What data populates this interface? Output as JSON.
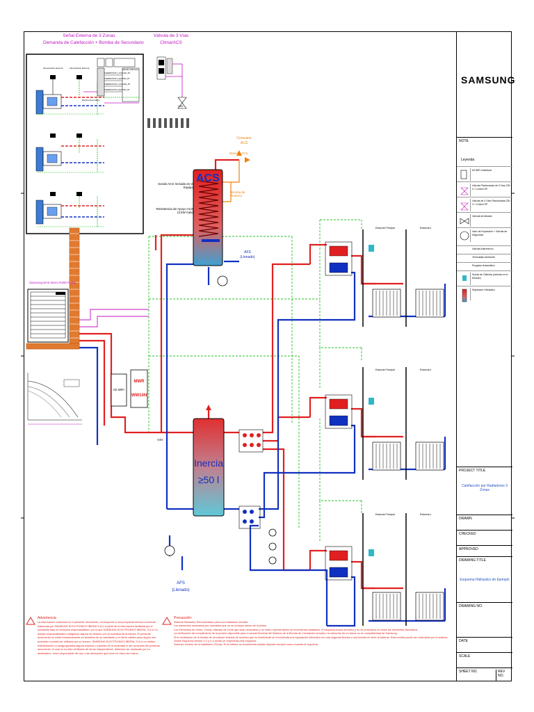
{
  "brand": {
    "logo_text": "SAMSUNG"
  },
  "inset": {
    "title_line1": "Señal Externa de 3 Zonas",
    "title_line2": "Demanda de Calefacción + Bomba de Secundario",
    "valve_title_line1": "Válvula de 3 Vías",
    "valve_title_line2": "Clima/ACS",
    "valve_label": "V3V",
    "zone_label_left": "Alimentación Externa",
    "zone_label_right": "Alimentación Externa",
    "module_label": "Módulo Hidrónico",
    "thermostat_rows": [
      "THERMOSTAT1_COOLING_RT",
      "THERMOSTAT1_HEATING_RT",
      "THERMOSTAT2_COOLING_RT",
      "THERMOSTAT2_HEATING_RT"
    ],
    "bomb_label": "Bomba Secundario"
  },
  "main": {
    "acs_tank": {
      "label": "ACS",
      "probe_label": "Sonda ACS Incluida en el Equipo",
      "resistance_label": "Resistencia de Apoyo ACS (3 kW máx)"
    },
    "hot_outlet": {
      "label_line1": "Consumo",
      "label_line2": "ACS"
    },
    "return_acs": "Retorno ACS",
    "return_pump": "Bomba de Retorno",
    "afs_top": {
      "line1": "AFS",
      "line2": "(Llenado)"
    },
    "outdoor_unit_label": "Samsung EHS Mono R290 Pump",
    "kit_wifi": "Kit WiFi",
    "controller": {
      "line1": "MWR",
      "line2": "WW10N"
    },
    "v3v_label": "V3V",
    "inertia": {
      "line1": "Inercia",
      "line2": "≥50 l"
    },
    "afs_bottom": {
      "line1": "AFS",
      "line2": "(Llenado)"
    },
    "zones": [
      {
        "left_label": "Estancia Principal",
        "right_label": "Estancia n"
      },
      {
        "left_label": "Estancia Principal",
        "right_label": "Estancia n"
      },
      {
        "left_label": "Estancia Principal",
        "right_label": "Estancia n"
      }
    ]
  },
  "warnings": {
    "advertencia_title": "Advertencia:",
    "advertencia_text": "La información contenida en el presente documento, corresponde a una propuesta técnica-comercial elaborada por SAMSUNG ELECTRONICS IBERIA S.A.U a partir de la información facilitada por el solicitante bajo su exclusiva responsabilidad, por lo que SAMSUNG ELECTRONICS IBERIA, S.A.U no acepta responsabilidad u obligación alguna en relación con la exactitud de la misma. El presente documento se emite exclusivamente en beneficio de su solicitante y no tiene validez para ningún otro propósito ni podrá ser utilizado por un tercero. SAMSUNG ELECTRONICS IBERIA, S.A.U no realiza manifestación ni otorga garantía alguna expresa o implícita de la veracidad ni del contenido del presente documento, el cual no ha sido verificado de forma independiente, debiendo ser analizado por su destinatario, único responsable del uso o las decisiones que tome en virtud del mismo.",
    "precaucion_title": "Precaución:",
    "precaucion_items": [
      "Sistema Hidráulico Recomendado para una instalación sencilla.",
      "Los elementos necesarios por normativa que no se incluyan deben de incluirse.",
      "Los Elementos de Unión, Codos, válvulas de Corte que sean necesarios y no estén representados se recomienda instalarlos. El esquema busca sencillez y no se profundiza en todos los elementos hidráulicos.",
      "La verificación del cumplimiento de la presión disponible para el caudal Nominal del Sistema de la Bomba de Circulación incluida o la selección de la misma no es competitividad de Samsung.",
      "Si la verificación de la bomba de circulación incluida de muestra que es insuficiente se recomienda una separación hidráulica con una segunda Bomba o una bomba en serie al sistema. Esta bomba puede ser controlada por el sistema. Véase Esquema versión X.2 y X.4 donde se representa este esquema.",
      "Volumen mínimo de la instalación 20L/kw. Si es inferior se recomienda instalar depósito tampón como muestra el esquema."
    ]
  },
  "sidebar": {
    "note_label": "NOTE",
    "legend_title": "Leyenda",
    "legend_items": [
      "Kit WiFi Individual",
      "Válvula Planimotada de 3 Vías 230 V / Control SP",
      "Válvula de 3 Vías Planimotada 230 V / Control SP",
      "Válvula de Aislado",
      "Vaso de Expansión + Válvula de Seguridad",
      "Válvula Antirretorno",
      "Termostato Ambiente",
      "Purgador Automático",
      "Sonda de Calienta (incluida en el Módulo)",
      "Separador Hidráulico"
    ],
    "project_title_label": "PROJECT TITLE",
    "project_title_value": "Calefacción por Radiadores 3 Zonas",
    "drawn_label": "DRAWN",
    "checked_label": "CHECKED",
    "approved_label": "APPROVED",
    "drawing_title_label": "DRAWING TITLE",
    "drawing_title_value": "Esquema Hidráulico de Ejemplo",
    "drawing_no_label": "DRAWING NO.",
    "date_label": "DATE",
    "scale_label": "SCALE",
    "sheet_no_label": "SHEET NO.",
    "rev_label": "REV NO."
  },
  "colors": {
    "hot": "#e02020",
    "cold": "#1030c0",
    "signal": "#20c020",
    "power": "#c010c0",
    "orange": "#f08010",
    "brick": "#e07a30"
  }
}
